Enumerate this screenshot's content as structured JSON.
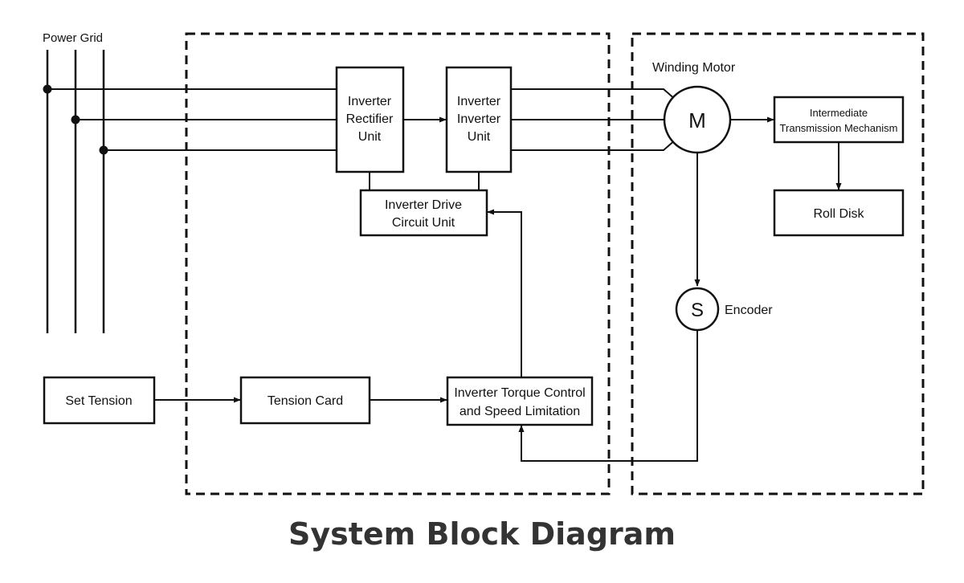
{
  "title": "System Block Diagram",
  "power_grid_label": "Power Grid",
  "winding_motor_label": "Winding Motor",
  "encoder_label": "Encoder",
  "motor_symbol": "M",
  "encoder_symbol": "S",
  "blocks": {
    "rectifier": [
      "Inverter",
      "Rectifier",
      "Unit"
    ],
    "inverter": [
      "Inverter",
      "Inverter",
      "Unit"
    ],
    "drive": [
      "Inverter Drive",
      "Circuit Unit"
    ],
    "transmission": [
      "Intermediate",
      "Transmission Mechanism"
    ],
    "roll_disk": "Roll Disk",
    "set_tension": "Set Tension",
    "tension_card": "Tension Card",
    "torque_control": [
      "Inverter Torque Control",
      "and Speed Limitation"
    ]
  }
}
